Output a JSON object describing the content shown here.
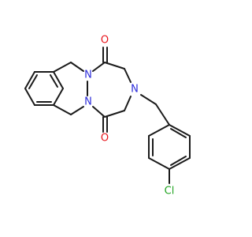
{
  "structure": {
    "atoms": {
      "o1": {
        "symbol": "O",
        "color": "#e8141b"
      },
      "o2": {
        "symbol": "O",
        "color": "#e8141b"
      },
      "n1": {
        "symbol": "N",
        "color": "#2b2bd9"
      },
      "n2": {
        "symbol": "N",
        "color": "#2b2bd9"
      },
      "n3": {
        "symbol": "N",
        "color": "#2b2bd9"
      },
      "cl": {
        "symbol": "Cl",
        "color": "#1fa31f"
      }
    },
    "bond_color": "#1a1a1a"
  }
}
